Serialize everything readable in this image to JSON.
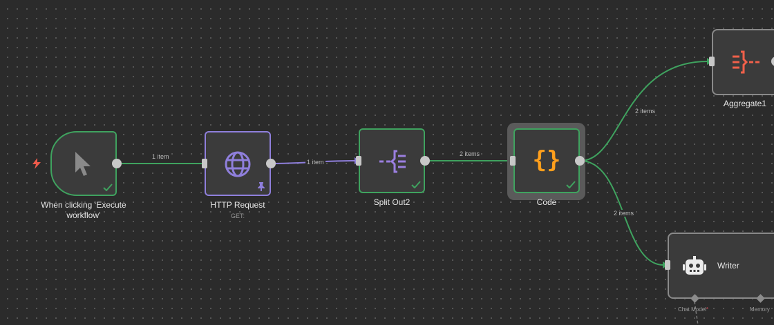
{
  "canvas": {
    "background": "#2b2b2b"
  },
  "nodes": {
    "trigger": {
      "name": "When clicking ‘Execute workflow’",
      "icon": "cursor-icon",
      "status": "success"
    },
    "http": {
      "name": "HTTP Request",
      "subtitle": "GET:",
      "icon": "globe-icon",
      "pinned": true
    },
    "split": {
      "name": "Split Out2",
      "icon": "split-out-icon",
      "status": "success"
    },
    "code": {
      "name": "Code",
      "icon": "code-braces-icon",
      "status": "success",
      "selected": true
    },
    "aggregate": {
      "name": "Aggregate1",
      "icon": "aggregate-icon"
    },
    "writer": {
      "name": "Writer",
      "icon": "robot-icon",
      "sub_ports": [
        {
          "label": "Chat Model",
          "required": "*"
        },
        {
          "label": "Memory"
        }
      ]
    }
  },
  "connections": [
    {
      "label": "1 item"
    },
    {
      "label": "1 item"
    },
    {
      "label": "2 items"
    },
    {
      "label": "2 items"
    },
    {
      "label": "2 items"
    }
  ],
  "colors": {
    "success": "#3fa35f",
    "http": "#8f7fdc",
    "split_icon": "#9b7fe0",
    "code_icon": "#ff9f1c",
    "aggregate_icon": "#f0604a",
    "trigger_icon": "#ef5b4b"
  }
}
